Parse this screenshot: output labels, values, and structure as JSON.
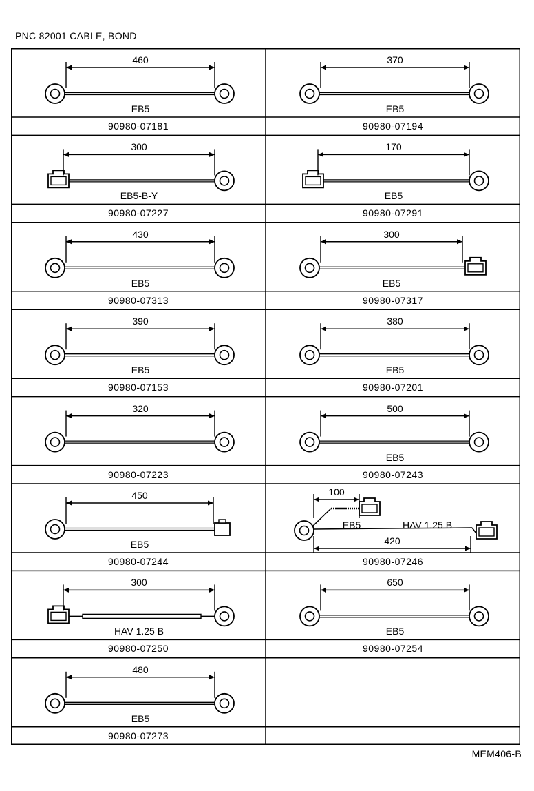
{
  "header": {
    "title": "PNC 82001   CABLE, BOND"
  },
  "footer": {
    "code": "MEM406-B"
  },
  "cells": [
    {
      "part": "90980-07181",
      "dim": "460",
      "label": "EB5",
      "left": "ring",
      "right": "ring"
    },
    {
      "part": "90980-07194",
      "dim": "370",
      "label": "EB5",
      "left": "ring",
      "right": "ring"
    },
    {
      "part": "90980-07227",
      "dim": "300",
      "label": "EB5-B-Y",
      "left": "connector",
      "right": "ring"
    },
    {
      "part": "90980-07291",
      "dim": "170",
      "label": "EB5",
      "left": "connector",
      "right": "ring"
    },
    {
      "part": "90980-07313",
      "dim": "430",
      "label": "EB5",
      "left": "ring",
      "right": "ring"
    },
    {
      "part": "90980-07317",
      "dim": "300",
      "label": "EB5",
      "left": "ring",
      "right": "connector"
    },
    {
      "part": "90980-07153",
      "dim": "390",
      "label": "EB5",
      "left": "ring",
      "right": "ring"
    },
    {
      "part": "90980-07201",
      "dim": "380",
      "label": "EB5",
      "left": "ring",
      "right": "ring"
    },
    {
      "part": "90980-07223",
      "dim": "320",
      "label": "",
      "left": "ring",
      "right": "ring"
    },
    {
      "part": "90980-07243",
      "dim": "500",
      "label": "EB5",
      "left": "ring",
      "right": "ring"
    },
    {
      "part": "90980-07244",
      "dim": "450",
      "label": "EB5",
      "left": "ring",
      "right": "plug"
    },
    {
      "part": "90980-07246",
      "dim": "100",
      "dim2": "420",
      "label": "EB5",
      "label2": "HAV  1.25  B",
      "left": "ring",
      "right": "connector",
      "special": "branch"
    },
    {
      "part": "90980-07250",
      "dim": "300",
      "label": "HAV  1.25  B",
      "left": "connector",
      "right": "ring",
      "sleeve": true
    },
    {
      "part": "90980-07254",
      "dim": "650",
      "label": "EB5",
      "left": "ring",
      "right": "ring"
    },
    {
      "part": "90980-07273",
      "dim": "480",
      "label": "EB5",
      "left": "ring",
      "right": "ring"
    },
    {
      "part": "",
      "dim": "",
      "label": "",
      "left": "",
      "right": "",
      "empty": true
    }
  ]
}
